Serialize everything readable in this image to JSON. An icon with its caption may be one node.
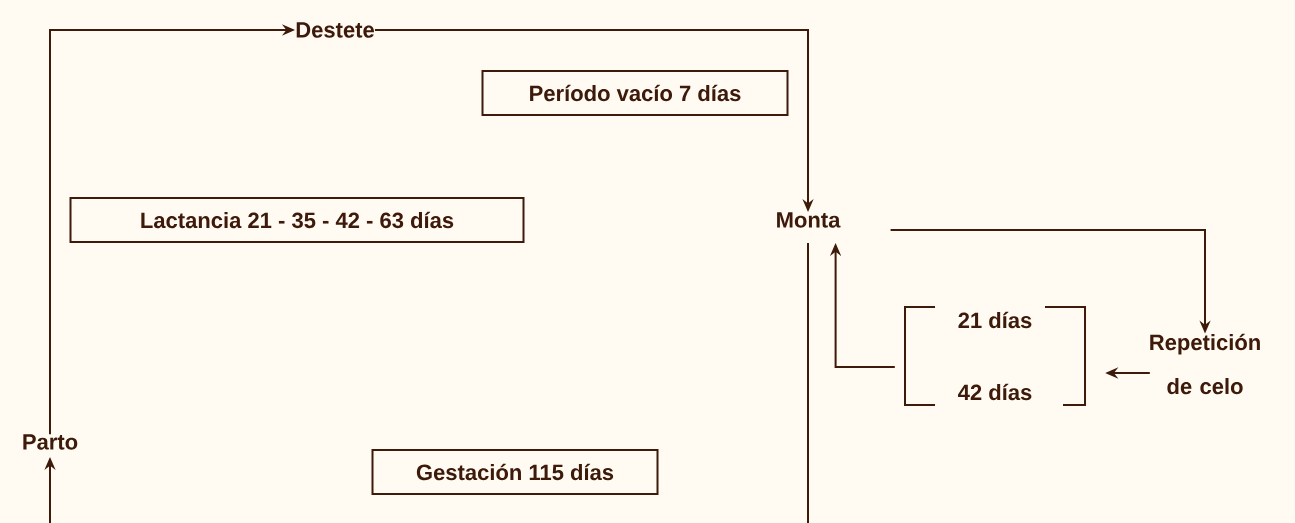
{
  "diagram": {
    "nodes": [
      {
        "text": [
          "Destete"
        ]
      },
      {
        "text": [
          "Período vacío 7 días"
        ]
      },
      {
        "text": [
          "Lactancia 21 - 35 - 42 - 63 días"
        ]
      },
      {
        "text": [
          "Monta"
        ]
      },
      {
        "text": [
          "Repetición de celo"
        ]
      },
      {
        "text": [
          "21 días",
          "42 días"
        ]
      },
      {
        "text": [
          "Parto"
        ]
      },
      {
        "text": [
          "Gestación 115 días"
        ]
      }
    ],
    "edges": [
      {
        "from": 6,
        "to": 0,
        "arrow": "to"
      },
      {
        "from": 0,
        "to": 3,
        "arrow": "to"
      },
      {
        "from": 3,
        "to": 4,
        "arrow": "to"
      },
      {
        "from": 4,
        "to": 5,
        "arrow": "to"
      },
      {
        "from": 5,
        "to": 3,
        "arrow": "to"
      },
      {
        "from": 3,
        "to": null,
        "arrow": "none"
      },
      {
        "from": null,
        "to": 6,
        "arrow": "to"
      }
    ]
  }
}
